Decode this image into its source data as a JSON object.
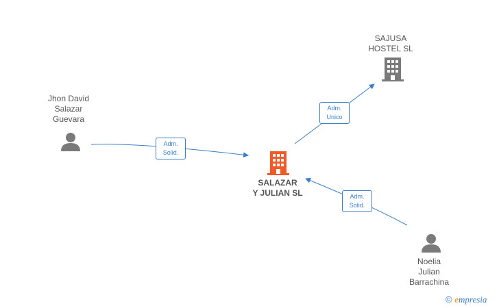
{
  "nodes": {
    "center": {
      "line1": "SALAZAR",
      "line2": "Y JULIAN  SL",
      "icon": "building-icon",
      "color": "#f05a28"
    },
    "sajusa": {
      "line1": "SAJUSA",
      "line2": "HOSTEL  SL",
      "icon": "building-icon",
      "color": "#7a7a7a"
    },
    "jhon": {
      "line1": "Jhon David",
      "line2": "Salazar",
      "line3": "Guevara",
      "icon": "person-icon"
    },
    "noelia": {
      "line1": "Noelia",
      "line2": "Julian",
      "line3": "Barrachina",
      "icon": "person-icon"
    }
  },
  "edges": {
    "jhon_to_center": {
      "line1": "Adm.",
      "line2": "Solid."
    },
    "center_to_sajusa": {
      "line1": "Adm.",
      "line2": "Unico"
    },
    "noelia_to_center": {
      "line1": "Adm.",
      "line2": "Solid."
    }
  },
  "colors": {
    "edge": "#3a7fc8",
    "text": "#555555"
  },
  "watermark": {
    "copyright": "©",
    "brand_initial": "e",
    "brand_rest": "mpresia"
  }
}
